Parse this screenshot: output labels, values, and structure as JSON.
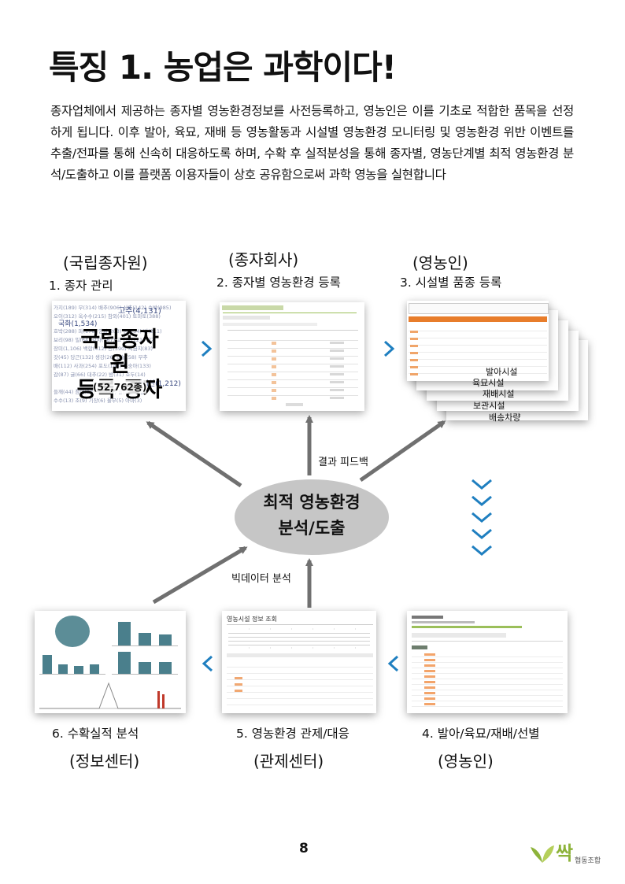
{
  "title": "특징 1. 농업은 과학이다!",
  "body_text": "종자업체에서 제공하는 종자별 영농환경정보를 사전등록하고, 영농인은 이를 기초로 적합한 품목을 선정하게 됩니다. 이후 발아, 육묘, 재배 등 영농활동과 시설별 영농환경 모니터링 및 영농환경 위반 이벤트를 추출/전파를 통해 신속히 대응하도록 하며, 수확 후 실적분성을 통해 종자별, 영농단계별 최적 영농환경 분석/도출하고 이를 플랫폼 이용자들이 상호 공유함으로써 과학 영농을 실현합니다",
  "top_steps": [
    {
      "org": "(국립종자원)",
      "label": "1. 종자 관리"
    },
    {
      "org": "(종자회사)",
      "label": "2. 종자별 영농환경 등록"
    },
    {
      "org": "(영농인)",
      "label": "3. 시설별 품종 등록"
    }
  ],
  "bottom_steps": [
    {
      "label": "6. 수확실적 분석",
      "org": "(정보센터)"
    },
    {
      "label": "5. 영농환경 관제/대응",
      "org": "(관제센터)"
    },
    {
      "label": "4. 발아/육묘/재배/선별",
      "org": "(영농인)"
    }
  ],
  "registry": {
    "title_line1": "국립종자원",
    "title_line2": "등록 종자",
    "count": "(52,762종)",
    "cloud_1": "고추(4,131)",
    "cloud_2": "국화(1,534)",
    "cloud_3": "카네이션(1,212)"
  },
  "facilities": [
    "발아시설",
    "육묘시설",
    "재배시설",
    "보관시설",
    "배송차량"
  ],
  "center": {
    "line1": "최적 영농환경",
    "line2": "분석/도출"
  },
  "arrow_labels": {
    "feedback": "결과 피드백",
    "bigdata": "빅데이터 분석"
  },
  "monitor_title": "영농시설 정보 조회",
  "page_number": "8",
  "logo_text": "싹",
  "logo_sub": "협동조합",
  "colors": {
    "accent_blue": "#1f7fc0",
    "arrow_gray": "#707070",
    "ellipse": "#c6c6c6",
    "chart_teal": "#4a7f8c",
    "logo_green": "#8db33a"
  }
}
